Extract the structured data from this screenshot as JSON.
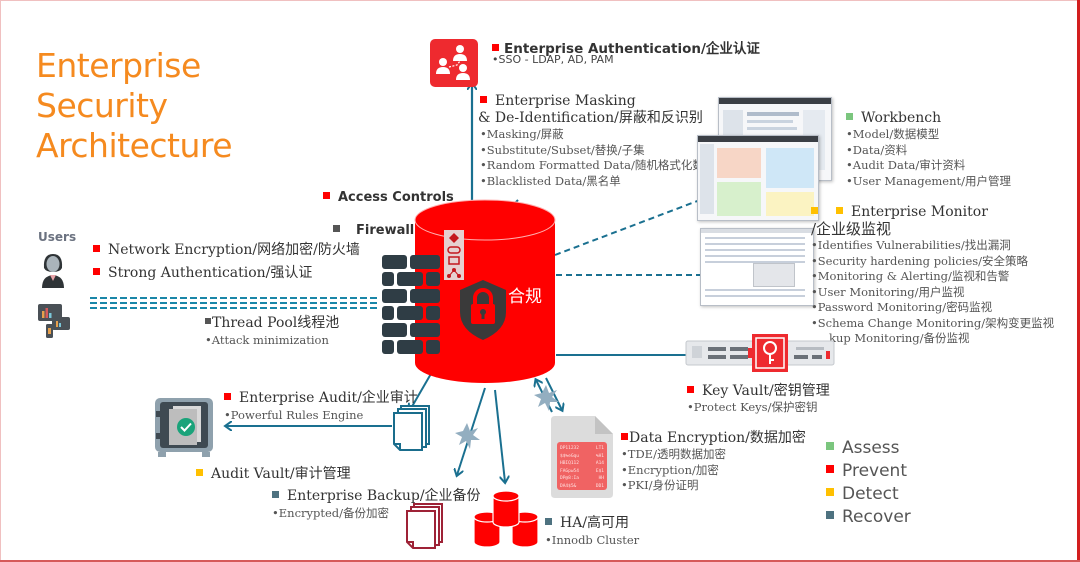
{
  "title": {
    "lines": [
      "Enterprise",
      "Security",
      "Architecture"
    ]
  },
  "colors": {
    "assess": "#7bc67e",
    "prevent": "#ff0000",
    "detect": "#ffc000",
    "recover": "#4e7280",
    "title_orange": "#f58a1f",
    "db_red": "#ff0000",
    "arrow_teal": "#1a7090",
    "brick": "#2f3d45"
  },
  "users": {
    "label": "Users"
  },
  "authentication": {
    "heading": "Enterprise Authentication/企业认证",
    "items": [
      "•SSO - LDAP, AD, PAM"
    ]
  },
  "masking": {
    "heading_line1": "Enterprise Masking",
    "heading_line2": "& De-Identification/屏蔽和反识别",
    "items": [
      "•Masking/屏蔽",
      "•Substitute/Subset/替换/子集",
      "•Random Formatted Data/随机格式化数据",
      "•Blacklisted Data/黑名单"
    ]
  },
  "workbench": {
    "heading": "Workbench",
    "items": [
      "•Model/数据模型",
      "•Data/资料",
      "•Audit Data/审计资料",
      "•User Management/用户管理"
    ]
  },
  "monitor": {
    "heading_line1": "Enterprise Monitor",
    "heading_line2": "/企业级监视",
    "items": [
      "•Identifies Vulnerabilities/找出漏洞",
      "•Security hardening policies/安全策略",
      "•Monitoring & Alerting/监视和告警",
      "•User Monitoring/用户监视",
      "•Password Monitoring/密码监视",
      "•Schema Change Monitoring/架构变更监视",
      "kup Monitoring/备份监视"
    ]
  },
  "access_controls": {
    "heading": "Access Controls"
  },
  "firewall": {
    "heading": "Firewall"
  },
  "network": {
    "items": [
      "Network Encryption/网络加密/防火墙",
      "Strong Authentication/强认证"
    ]
  },
  "thread_pool": {
    "heading": "Thread Pool线程池",
    "items": [
      "•Attack minimization"
    ]
  },
  "database": {
    "label": "合规"
  },
  "key_vault": {
    "heading": "Key Vault/密钥管理",
    "items": [
      "•Protect Keys/保护密钥"
    ]
  },
  "audit": {
    "heading": "Enterprise Audit/企业审计",
    "items": [
      "•Powerful Rules Engine"
    ]
  },
  "audit_vault": {
    "heading": "Audit Vault/审计管理"
  },
  "backup": {
    "heading": "Enterprise Backup/企业备份",
    "items": [
      "•Encrypted/备份加密"
    ]
  },
  "encryption": {
    "heading": "Data Encryption/数据加密",
    "items": [
      "•TDE/透明数据加密",
      "•Encryption/加密",
      "•PKI/身份证明"
    ],
    "doc_lines": [
      [
        "DP11232",
        "LT1"
      ],
      [
        "$$%eGqu",
        "%H1"
      ],
      [
        "HBIQ112",
        "A14"
      ],
      [
        "FAGpw54",
        "E$1"
      ],
      [
        "DP@8:Ia",
        "HH"
      ],
      [
        "DA4$5&",
        "DD1"
      ]
    ]
  },
  "ha": {
    "heading": "HA/高可用",
    "items": [
      "•Innodb Cluster"
    ]
  },
  "legend": {
    "items": [
      {
        "label": "Assess",
        "color": "#7bc67e"
      },
      {
        "label": "Prevent",
        "color": "#ff0000"
      },
      {
        "label": "Detect",
        "color": "#ffc000"
      },
      {
        "label": "Recover",
        "color": "#4e7280"
      }
    ]
  }
}
